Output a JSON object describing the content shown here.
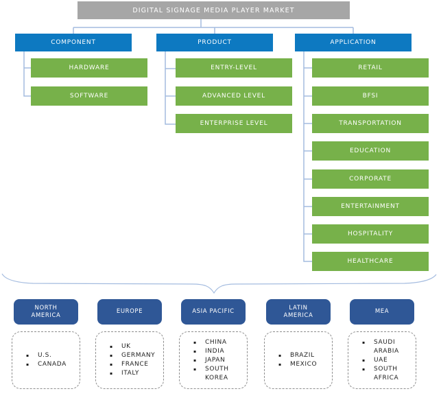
{
  "title": "DIGITAL SIGNAGE MEDIA PLAYER MARKET",
  "colors": {
    "title_bg": "#a6a6a6",
    "segment_bg": "#0d79c1",
    "leaf_bg": "#77b14a",
    "region_bg": "#2f5796",
    "connector": "#a3bbdf",
    "box_text": "#ffffff",
    "country_text": "#1f1f1f"
  },
  "tree": {
    "columns": [
      {
        "label": "COMPONENT",
        "children": [
          "HARDWARE",
          "SOFTWARE"
        ]
      },
      {
        "label": "PRODUCT",
        "children": [
          "ENTRY-LEVEL",
          "ADVANCED LEVEL",
          "ENTERPRISE LEVEL"
        ]
      },
      {
        "label": "APPLICATION",
        "children": [
          "RETAIL",
          "BFSI",
          "TRANSPORTATION",
          "EDUCATION",
          "CORPORATE",
          "ENTERTAINMENT",
          "HOSPITALITY",
          "HEALTHCARE"
        ]
      }
    ]
  },
  "regions": [
    {
      "label": "NORTH AMERICA",
      "countries": [
        "U.S.",
        "CANADA"
      ]
    },
    {
      "label": "EUROPE",
      "countries": [
        "UK",
        "GERMANY",
        "FRANCE",
        "ITALY"
      ]
    },
    {
      "label": "ASIA PACIFIC",
      "countries": [
        "CHINA",
        "INDIA",
        "JAPAN",
        "SOUTH KOREA"
      ]
    },
    {
      "label": "LATIN AMERICA",
      "countries": [
        "BRAZIL",
        "MEXICO"
      ]
    },
    {
      "label": "MEA",
      "countries": [
        "SAUDI ARABIA",
        "UAE",
        "SOUTH AFRICA"
      ]
    }
  ],
  "bullet_glyph": "▪"
}
